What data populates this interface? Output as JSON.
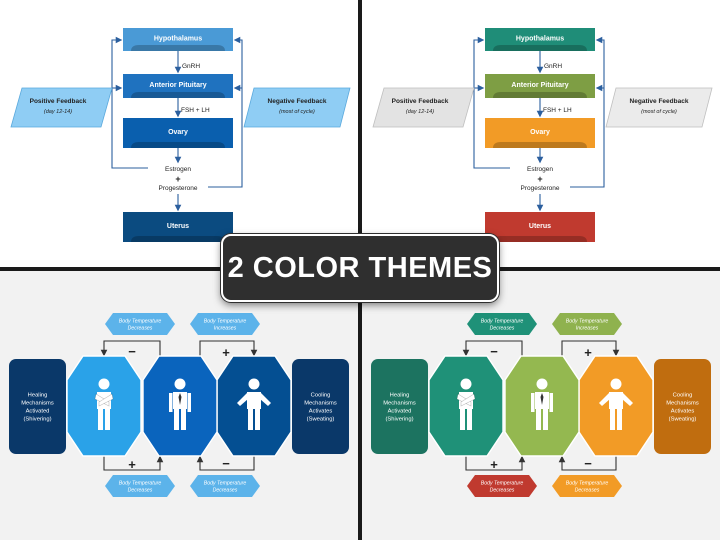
{
  "banner": {
    "title": "2 COLOR THEMES"
  },
  "hormone": {
    "nodes": {
      "hypothalamus": "Hypothalamus",
      "pituitary": "Anterior Pituitary",
      "ovary": "Ovary",
      "uterus": "Uterus"
    },
    "labels": {
      "gnrh": "GnRH",
      "fsh_lh": "FSH + LH",
      "estrogen": "Estrogen",
      "plus": "+",
      "progesterone": "Progesterone"
    },
    "positive": {
      "title": "Positive Feedback",
      "subtitle": "(day 12-14)"
    },
    "negative": {
      "title": "Negative Feedback",
      "subtitle": "(most of cycle)"
    }
  },
  "thermo": {
    "healing": [
      "Healing",
      "Mechanisms",
      "Activated",
      "(Shivering)"
    ],
    "cooling": [
      "Cooling",
      "Mechanisms",
      "Activates",
      "(Sweating)"
    ],
    "tags": {
      "top_left": [
        "Body Temperature",
        "Decreases"
      ],
      "top_right": [
        "Body Temperature",
        "Increases"
      ],
      "bottom_left": [
        "Body Temperature",
        "Decreases"
      ],
      "bottom_right": [
        "Body Temperature",
        "Decreases"
      ]
    },
    "signs": {
      "top_left": "−",
      "top_right": "+",
      "bottom_left": "+",
      "bottom_right": "−"
    }
  },
  "themes": {
    "blue": {
      "hypothalamus": "#4a9ad6",
      "pituitary": "#1f72bf",
      "ovary": "#0a5fae",
      "uterus": "#0b4b80",
      "pos_fill": "#8fcdf4",
      "pos_stroke": "#5aa9dd",
      "neg_fill": "#8fcdf4",
      "neg_stroke": "#5aa9dd",
      "healing": "#0a3869",
      "oct1": "#2aa2e8",
      "oct2": "#0a64bd",
      "oct3": "#044f92",
      "cooling": "#0a3869",
      "tag_tl": "#5cb3ea",
      "tag_tr": "#5cb3ea",
      "tag_bl": "#5cb3ea",
      "tag_br": "#5cb3ea"
    },
    "multi": {
      "hypothalamus": "#1f8d78",
      "pituitary": "#7e9e44",
      "ovary": "#f29b26",
      "uterus": "#c03a2f",
      "pos_fill": "#e3e3e3",
      "pos_stroke": "#bfbfbf",
      "neg_fill": "#ebebeb",
      "neg_stroke": "#bfbfbf",
      "healing": "#1c7360",
      "oct1": "#1f9178",
      "oct2": "#94b850",
      "oct3": "#f29b26",
      "cooling": "#c06d0f",
      "tag_tl": "#1f9178",
      "tag_tr": "#8fb24e",
      "tag_bl": "#c03a2f",
      "tag_br": "#f29b26"
    }
  }
}
